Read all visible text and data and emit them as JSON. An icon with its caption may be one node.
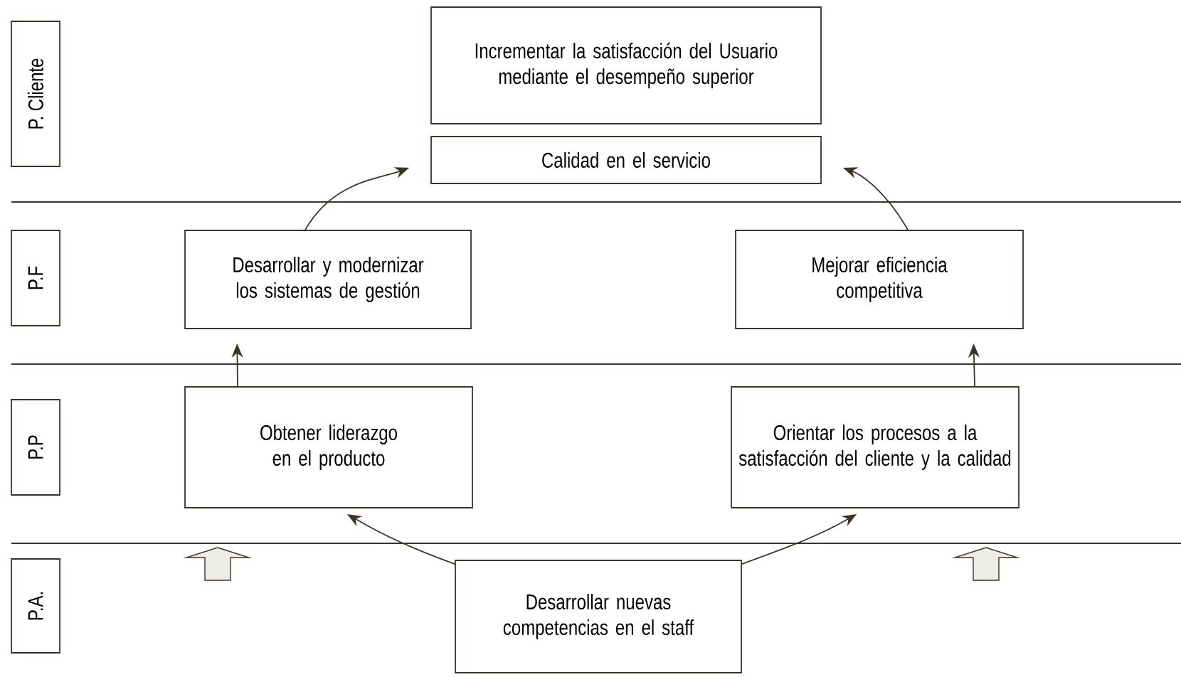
{
  "diagram": {
    "nodes": [
      {
        "text": [
          "P. Cliente"
        ]
      },
      {
        "text": [
          "Incrementar la satisfacción del Usuario mediante el desempeño superior"
        ]
      },
      {
        "text": [
          "Calidad en el servicio"
        ]
      },
      {
        "text": [
          "P.F"
        ]
      },
      {
        "text": [
          "Desarrollar y modernizar los sistemas de gestión"
        ]
      },
      {
        "text": [
          "Mejorar eficiencia competitiva"
        ]
      },
      {
        "text": [
          "P.P"
        ]
      },
      {
        "text": [
          "Obtener liderazgo en el producto"
        ]
      },
      {
        "text": [
          "Orientar los procesos a la satisfacción del cliente y la calidad"
        ]
      },
      {
        "text": [
          "P.A."
        ]
      },
      {
        "text": [
          "Desarrollar nuevas competencias en el staff"
        ]
      }
    ],
    "edges": [
      {
        "from": 4,
        "to": 2,
        "arrow": "to"
      },
      {
        "from": 5,
        "to": 2,
        "arrow": "to"
      },
      {
        "from": 7,
        "to": 4,
        "arrow": "to"
      },
      {
        "from": 8,
        "to": 5,
        "arrow": "to"
      },
      {
        "from": 10,
        "to": 7,
        "arrow": "to"
      },
      {
        "from": 10,
        "to": 8,
        "arrow": "to"
      }
    ]
  }
}
